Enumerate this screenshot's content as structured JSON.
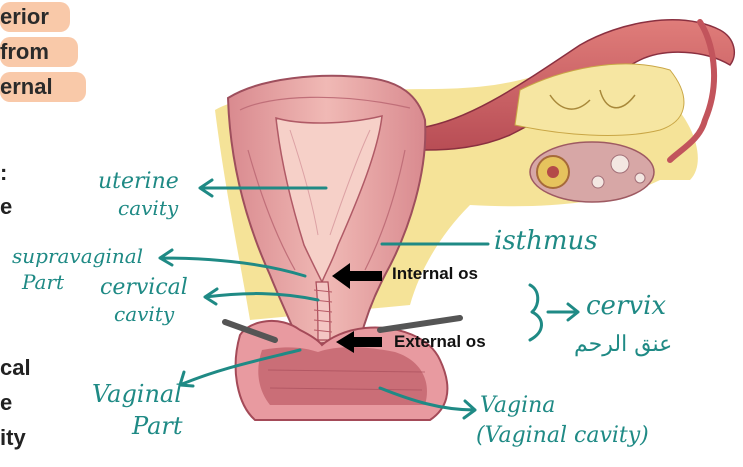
{
  "heading_fragment": [
    "erior",
    "from",
    "ernal"
  ],
  "side_fragment_top": [
    ":",
    "e"
  ],
  "side_fragment_bottom": [
    "cal",
    "e",
    "ity"
  ],
  "labels": {
    "uterine_cavity": [
      "uterine",
      "cavity"
    ],
    "supravaginal_part": [
      "supravaginal",
      "Part"
    ],
    "cervical_cavity": [
      "cervical",
      "cavity"
    ],
    "isthmus": "isthmus",
    "internal_os": "Internal os",
    "external_os": "External os",
    "cervix": "cervix",
    "cervix_arabic": "عنق الرحم",
    "vaginal_part": [
      "Vaginal",
      "Part"
    ],
    "vagina": [
      "Vagina",
      "(Vaginal cavity)"
    ]
  },
  "colors": {
    "annotation_ink": "#1f8a85",
    "highlight": "#f9c9a9",
    "tissue_pink": "#e8a3a3",
    "tissue_dark": "#b85a66",
    "fat_yellow": "#f2dc7a"
  }
}
